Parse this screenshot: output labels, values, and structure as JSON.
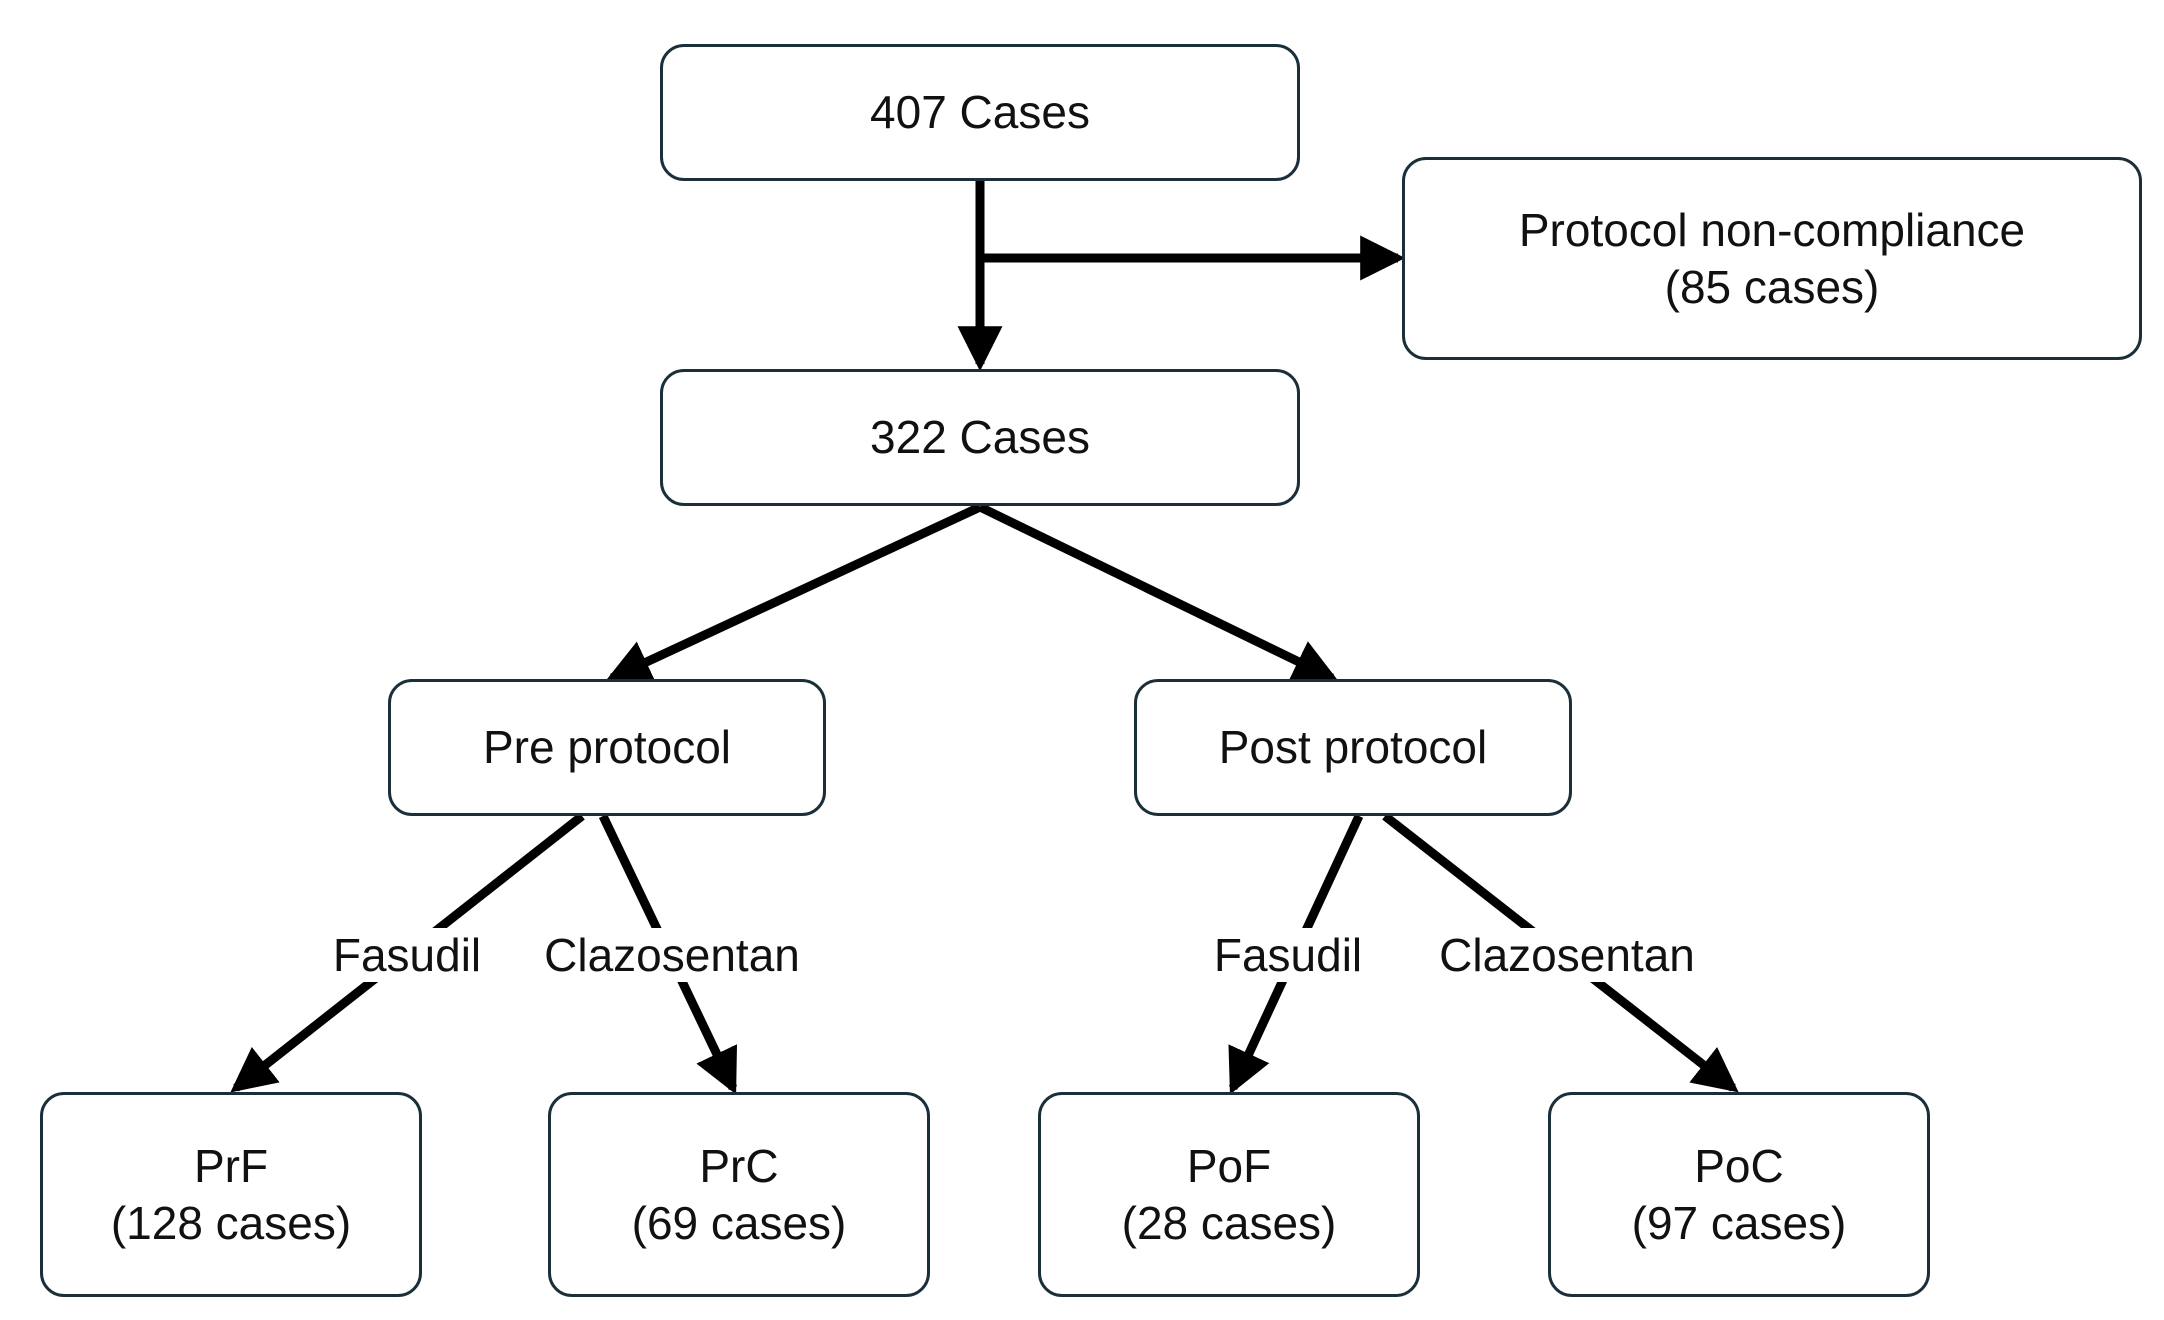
{
  "nodes": {
    "total": {
      "label": "407 Cases"
    },
    "excluded": {
      "line1": "Protocol non-compliance",
      "line2": "(85 cases)"
    },
    "included": {
      "label": "322 Cases"
    },
    "pre": {
      "label": "Pre protocol"
    },
    "post": {
      "label": "Post protocol"
    },
    "prf": {
      "line1": "PrF",
      "line2": "(128 cases)"
    },
    "prc": {
      "line1": "PrC",
      "line2": "(69 cases)"
    },
    "pof": {
      "line1": "PoF",
      "line2": "(28 cases)"
    },
    "poc": {
      "line1": "PoC",
      "line2": "(97 cases)"
    }
  },
  "edge_labels": {
    "pre_fasudil": "Fasudil",
    "pre_clazosentan": "Clazosentan",
    "post_fasudil": "Fasudil",
    "post_clazosentan": "Clazosentan"
  },
  "colors": {
    "box_border": "#1b2f3a",
    "arrow": "#000000"
  }
}
